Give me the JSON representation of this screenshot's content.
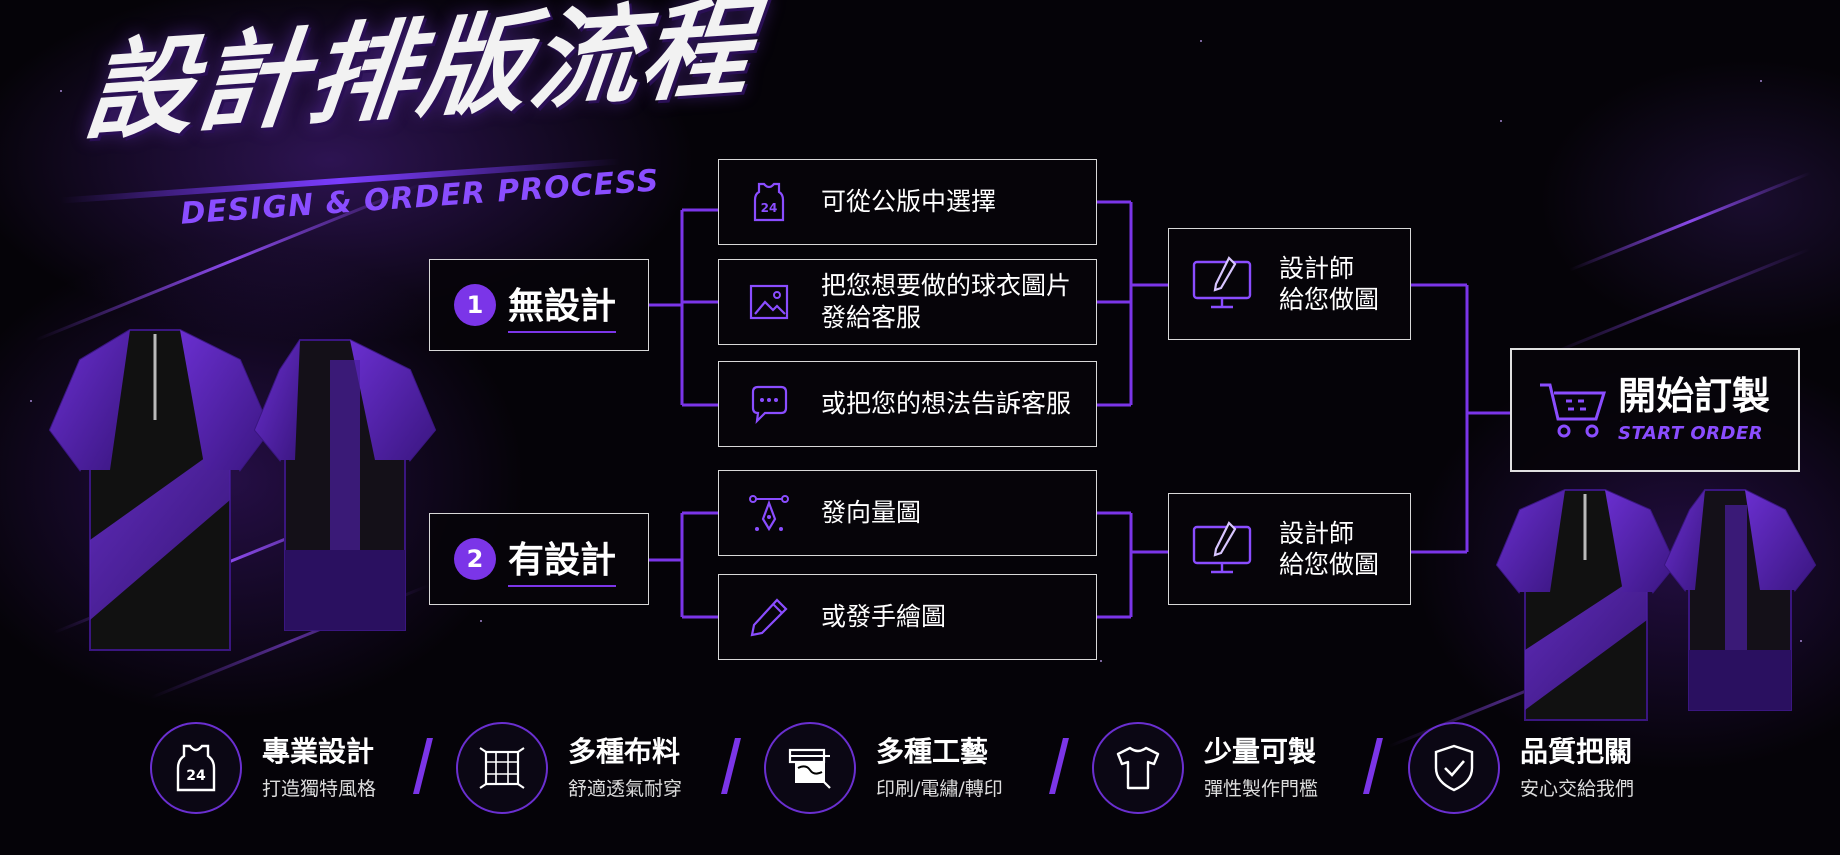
{
  "title": {
    "main": "設計排版流程",
    "sub": "DESIGN & ORDER PROCESS"
  },
  "colors": {
    "accent": "#7b35e8",
    "accent_light": "#8a4dff",
    "background": "#050308",
    "border": "#d8d8d8"
  },
  "stages": [
    {
      "num": "1",
      "label": "無設計"
    },
    {
      "num": "2",
      "label": "有設計"
    }
  ],
  "options": [
    {
      "icon": "jersey-24-icon",
      "line1": "可從公版中選擇",
      "line2": ""
    },
    {
      "icon": "image-icon",
      "line1": "把您想要做的球衣圖片",
      "line2": "發給客服"
    },
    {
      "icon": "chat-bubble-icon",
      "line1": "或把您的想法告訴客服",
      "line2": ""
    },
    {
      "icon": "vector-pen-icon",
      "line1": "發向量圖",
      "line2": ""
    },
    {
      "icon": "pencil-icon",
      "line1": "或發手繪圖",
      "line2": ""
    }
  ],
  "designer": [
    {
      "icon": "monitor-pen-icon",
      "line1": "設計師",
      "line2": "給您做圖"
    },
    {
      "icon": "monitor-pen-icon",
      "line1": "設計師",
      "line2": "給您做圖"
    }
  ],
  "start_order": {
    "icon": "cart-icon",
    "label": "開始訂製",
    "sub": "START ORDER"
  },
  "features": [
    {
      "icon": "tank-top-24-icon",
      "title": "專業設計",
      "sub": "打造獨特風格"
    },
    {
      "icon": "fabric-icon",
      "title": "多種布料",
      "sub": "舒適透氣耐穿"
    },
    {
      "icon": "print-machine-icon",
      "title": "多種工藝",
      "sub": "印刷/電繡/轉印"
    },
    {
      "icon": "tshirt-icon",
      "title": "少量可製",
      "sub": "彈性製作門檻"
    },
    {
      "icon": "shield-check-icon",
      "title": "品質把關",
      "sub": "安心交給我們"
    }
  ]
}
